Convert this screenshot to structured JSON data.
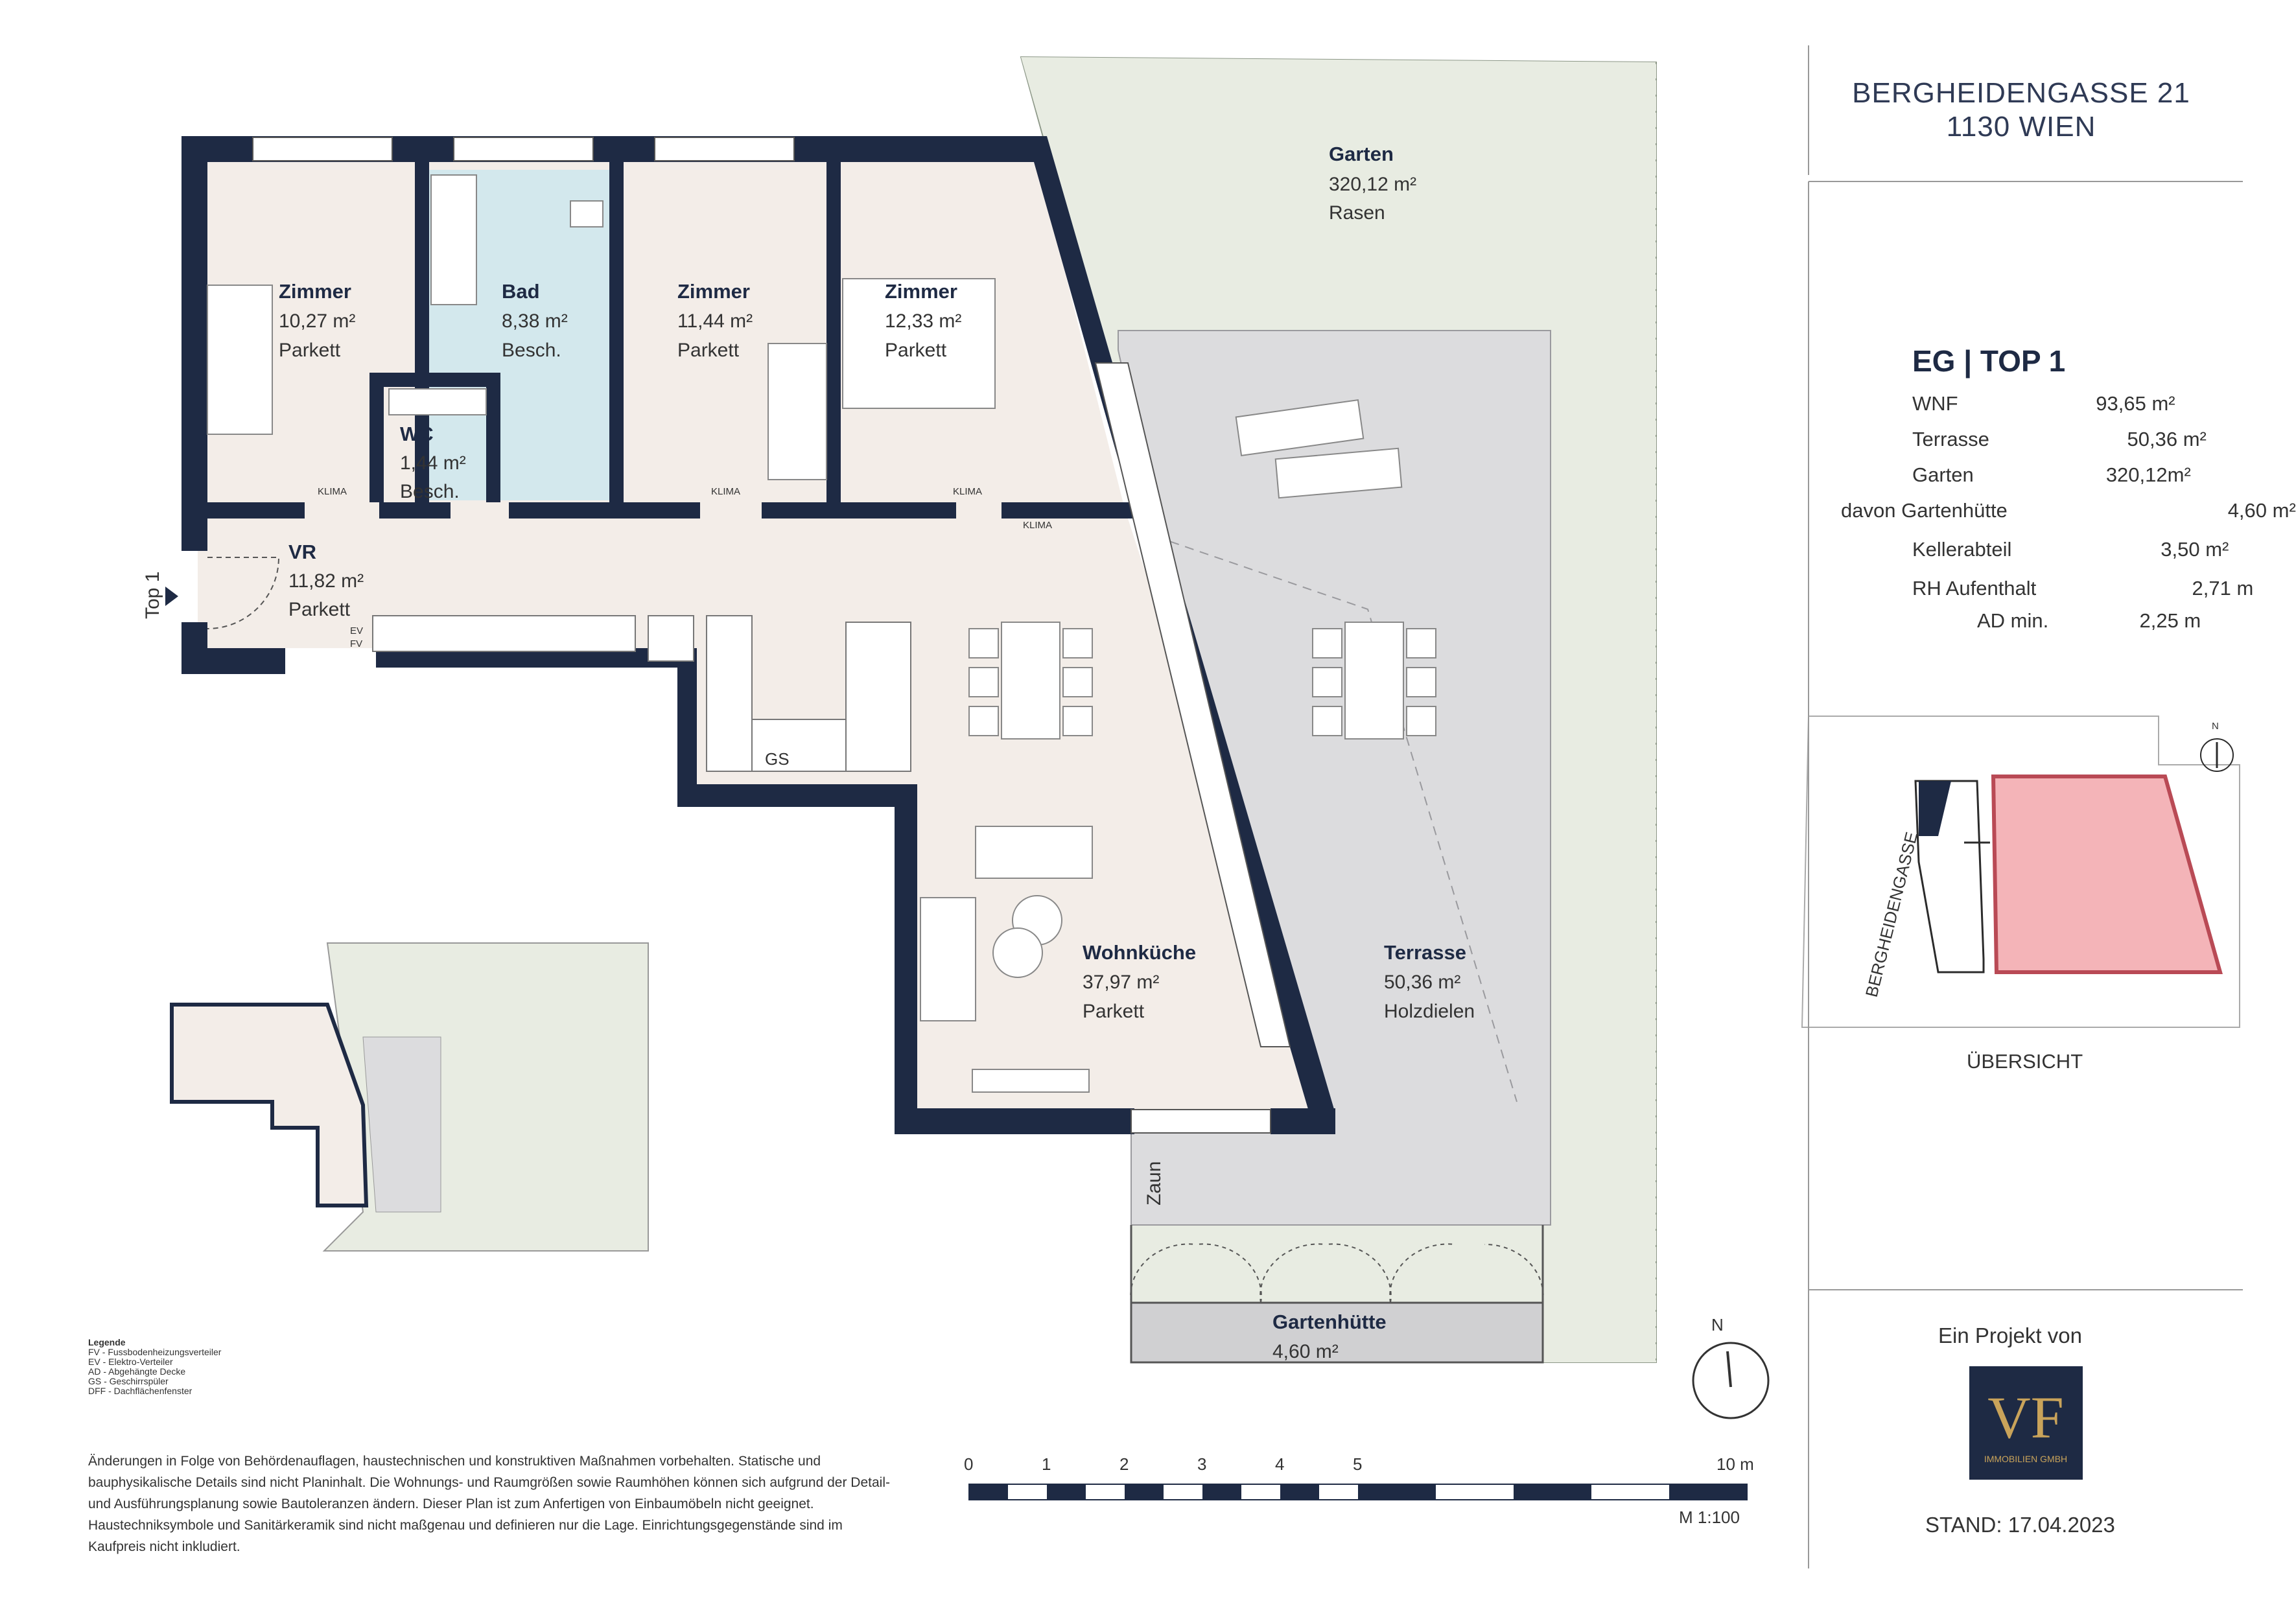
{
  "address": {
    "line1": "BERGHEIDENGASSE 21",
    "line2": "1130 WIEN"
  },
  "unit": {
    "title": "EG | TOP 1"
  },
  "areas": [
    {
      "label": "WNF",
      "value": "93,65 m²"
    },
    {
      "label": "Terrasse",
      "value": "50,36 m²"
    },
    {
      "label": "Garten",
      "value": "320,12m²"
    },
    {
      "label": "davon Gartenhütte",
      "value": "4,60 m²"
    },
    {
      "label": "Kellerabteil",
      "value": "3,50 m²"
    }
  ],
  "heights": [
    {
      "label": "RH Aufenthalt",
      "value": "2,71 m"
    },
    {
      "label": "AD min.",
      "value": "2,25 m"
    }
  ],
  "overview": {
    "label": "ÜBERSICHT",
    "street": "BERGHEIDENGASSE",
    "north": "N"
  },
  "developer": {
    "intro": "Ein Projekt von",
    "logo_text": "VF",
    "logo_sub": "IMMOBILIEN GMBH"
  },
  "stand": "STAND: 17.04.2023",
  "rooms": [
    {
      "name": "Garten",
      "area": "320,12 m²",
      "floor": "Rasen"
    },
    {
      "name": "Zimmer",
      "area": "10,27 m²",
      "floor": "Parkett"
    },
    {
      "name": "Bad",
      "area": "8,38 m²",
      "floor": "Besch."
    },
    {
      "name": "Zimmer",
      "area": "11,44 m²",
      "floor": "Parkett"
    },
    {
      "name": "Zimmer",
      "area": "12,33 m²",
      "floor": "Parkett"
    },
    {
      "name": "WC",
      "area": "1,44 m²",
      "floor": "Besch."
    },
    {
      "name": "VR",
      "area": "11,82 m²",
      "floor": "Parkett"
    },
    {
      "name": "Wohnküche",
      "area": "37,97 m²",
      "floor": "Parkett"
    },
    {
      "name": "Terrasse",
      "area": "50,36 m²",
      "floor": "Holzdielen"
    },
    {
      "name": "Gartenhütte",
      "area": "4,60 m²",
      "floor": ""
    }
  ],
  "plan_labels": {
    "klima": "KLIMA",
    "top_entry": "Top 1",
    "ev": "EV",
    "fv": "FV",
    "gs": "GS",
    "zaun": "Zaun",
    "north": "N"
  },
  "scale": {
    "ticks": [
      "0",
      "1",
      "2",
      "3",
      "4",
      "5"
    ],
    "end": "10 m",
    "ratio": "M 1:100"
  },
  "legend": {
    "title": "Legende",
    "items": [
      "FV - Fussbodenheizungsverteiler",
      "EV - Elektro-Verteiler",
      "AD - Abgehängte Decke",
      "GS - Geschirrspüler",
      "DFF - Dachflächenfenster"
    ]
  },
  "disclaimer": "Änderungen in Folge von Behördenauflagen, haustechnischen und konstruktiven Maßnahmen vorbehalten. Statische und bauphysikalische Details sind nicht Planinhalt. Die Wohnungs- und Raumgrößen sowie Raumhöhen können sich aufgrund der Detail- und Ausführungsplanung sowie Bautoleranzen ändern. Dieser Plan ist zum Anfertigen von Einbaumöbeln nicht geeignet. Haustechniksymbole und Sanitärkeramik sind nicht maßgenau und definieren nur die Lage. Einrichtungsgegenstände sind im Kaufpreis nicht inkludiert.",
  "colors": {
    "wall": "#1e2a44",
    "interior": "#f3ede8",
    "bath": "#d3e8ed",
    "garden": "#e8ece2",
    "terrace": "#dcdcde",
    "overview_highlight": "#f4b4b8",
    "tree": "#c7d24a"
  }
}
